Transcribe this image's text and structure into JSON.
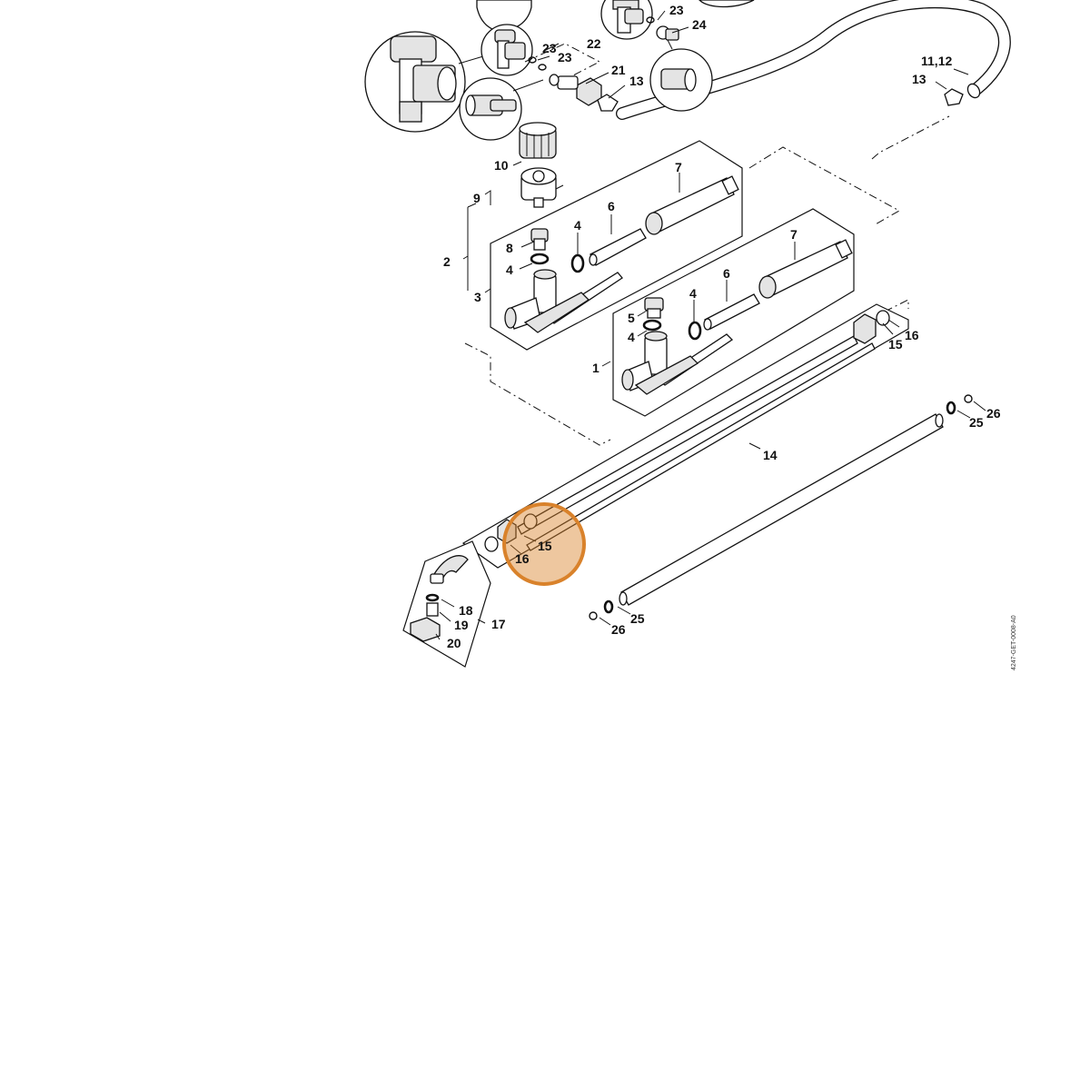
{
  "drawing_code": "4247-GET-0008-A0",
  "highlight_color": "#d9822b",
  "labels": {
    "p1": "1",
    "p2": "2",
    "p3": "3",
    "p4a": "4",
    "p4b": "4",
    "p4c": "4",
    "p4d": "4",
    "p5": "5",
    "p6a": "6",
    "p6b": "6",
    "p7a": "7",
    "p7b": "7",
    "p8": "8",
    "p9": "9",
    "p10": "10",
    "p11_12": "11,12",
    "p13a": "13",
    "p13b": "13",
    "p14": "14",
    "p15a": "15",
    "p15b": "15",
    "p16a": "16",
    "p16b": "16",
    "p17": "17",
    "p18": "18",
    "p19": "19",
    "p20": "20",
    "p21": "21",
    "p22": "22",
    "p23a": "23",
    "p23b": "23",
    "p23c": "23",
    "p24": "24",
    "p25a": "25",
    "p25b": "25",
    "p26a": "26",
    "p26b": "26"
  }
}
